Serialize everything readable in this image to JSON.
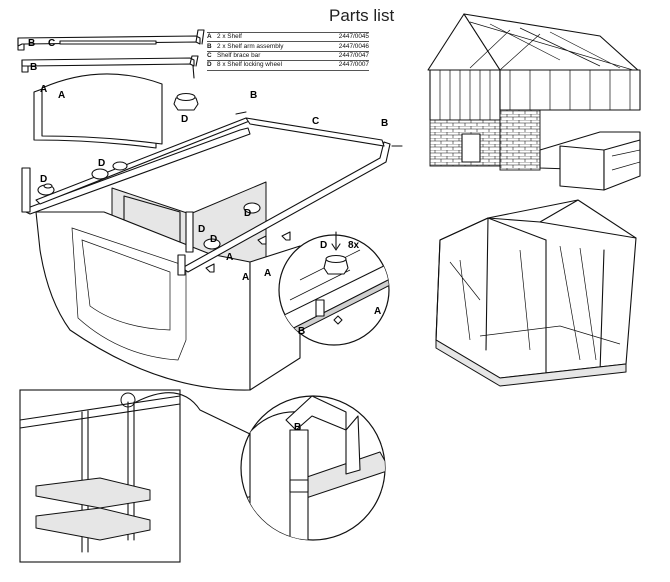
{
  "header": {
    "title": "Parts list"
  },
  "parts": [
    {
      "letter": "A",
      "desc": "2 x Shelf",
      "code": "2447/0045"
    },
    {
      "letter": "B",
      "desc": "2 x Shelf arm assembly",
      "code": "2447/0046"
    },
    {
      "letter": "C",
      "desc": "Shelf brace bar",
      "code": "2447/0047"
    },
    {
      "letter": "D",
      "desc": "8 x Shelf locking wheel",
      "code": "2447/0007"
    }
  ],
  "labels": {
    "a": "A",
    "b": "B",
    "c": "C",
    "d": "D",
    "qty": "8x"
  }
}
